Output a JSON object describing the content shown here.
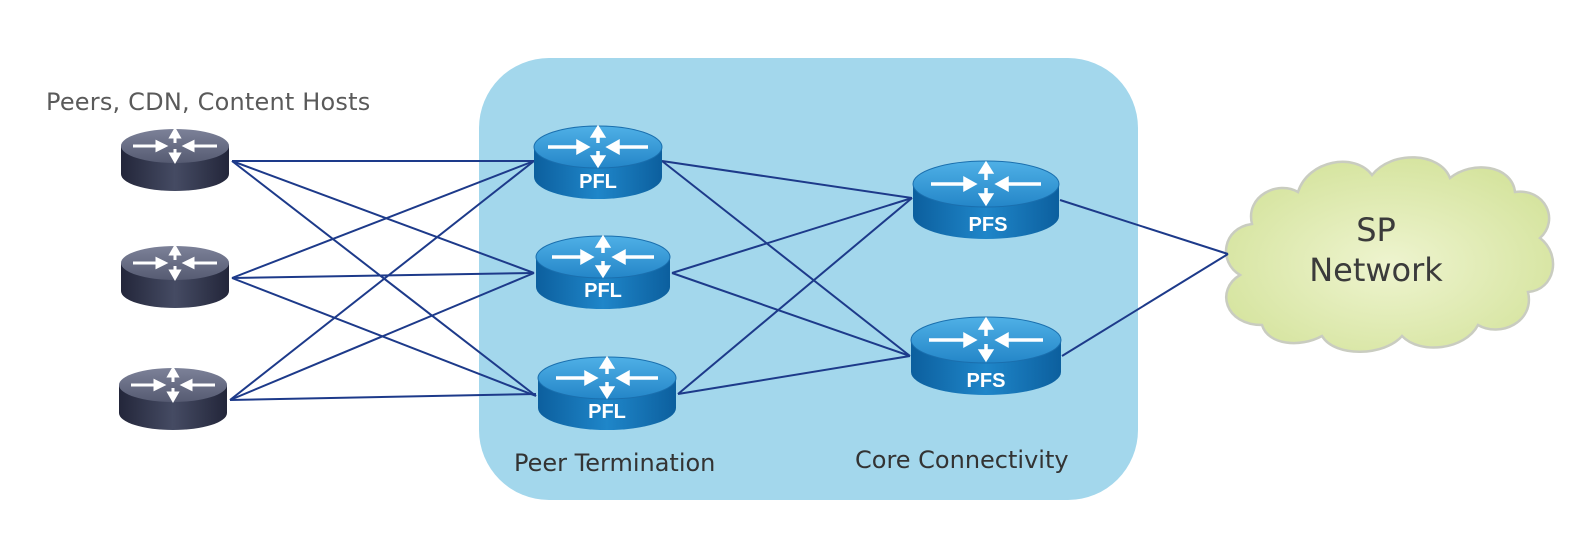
{
  "labels": {
    "peers": "Peers, CDN, Content Hosts",
    "peer_termination": "Peer Termination",
    "core_connectivity": "Core Connectivity",
    "cloud_line1": "SP",
    "cloud_line2": "Network"
  },
  "routers": {
    "pfl": "PFL",
    "pfs": "PFS"
  },
  "colors": {
    "zone_fill": "#a3d7ec",
    "link": "#1d3a8a",
    "router_blue": "#1d7cc0",
    "router_dark": "#3f4458",
    "cloud_fill": "#dde9b0"
  }
}
